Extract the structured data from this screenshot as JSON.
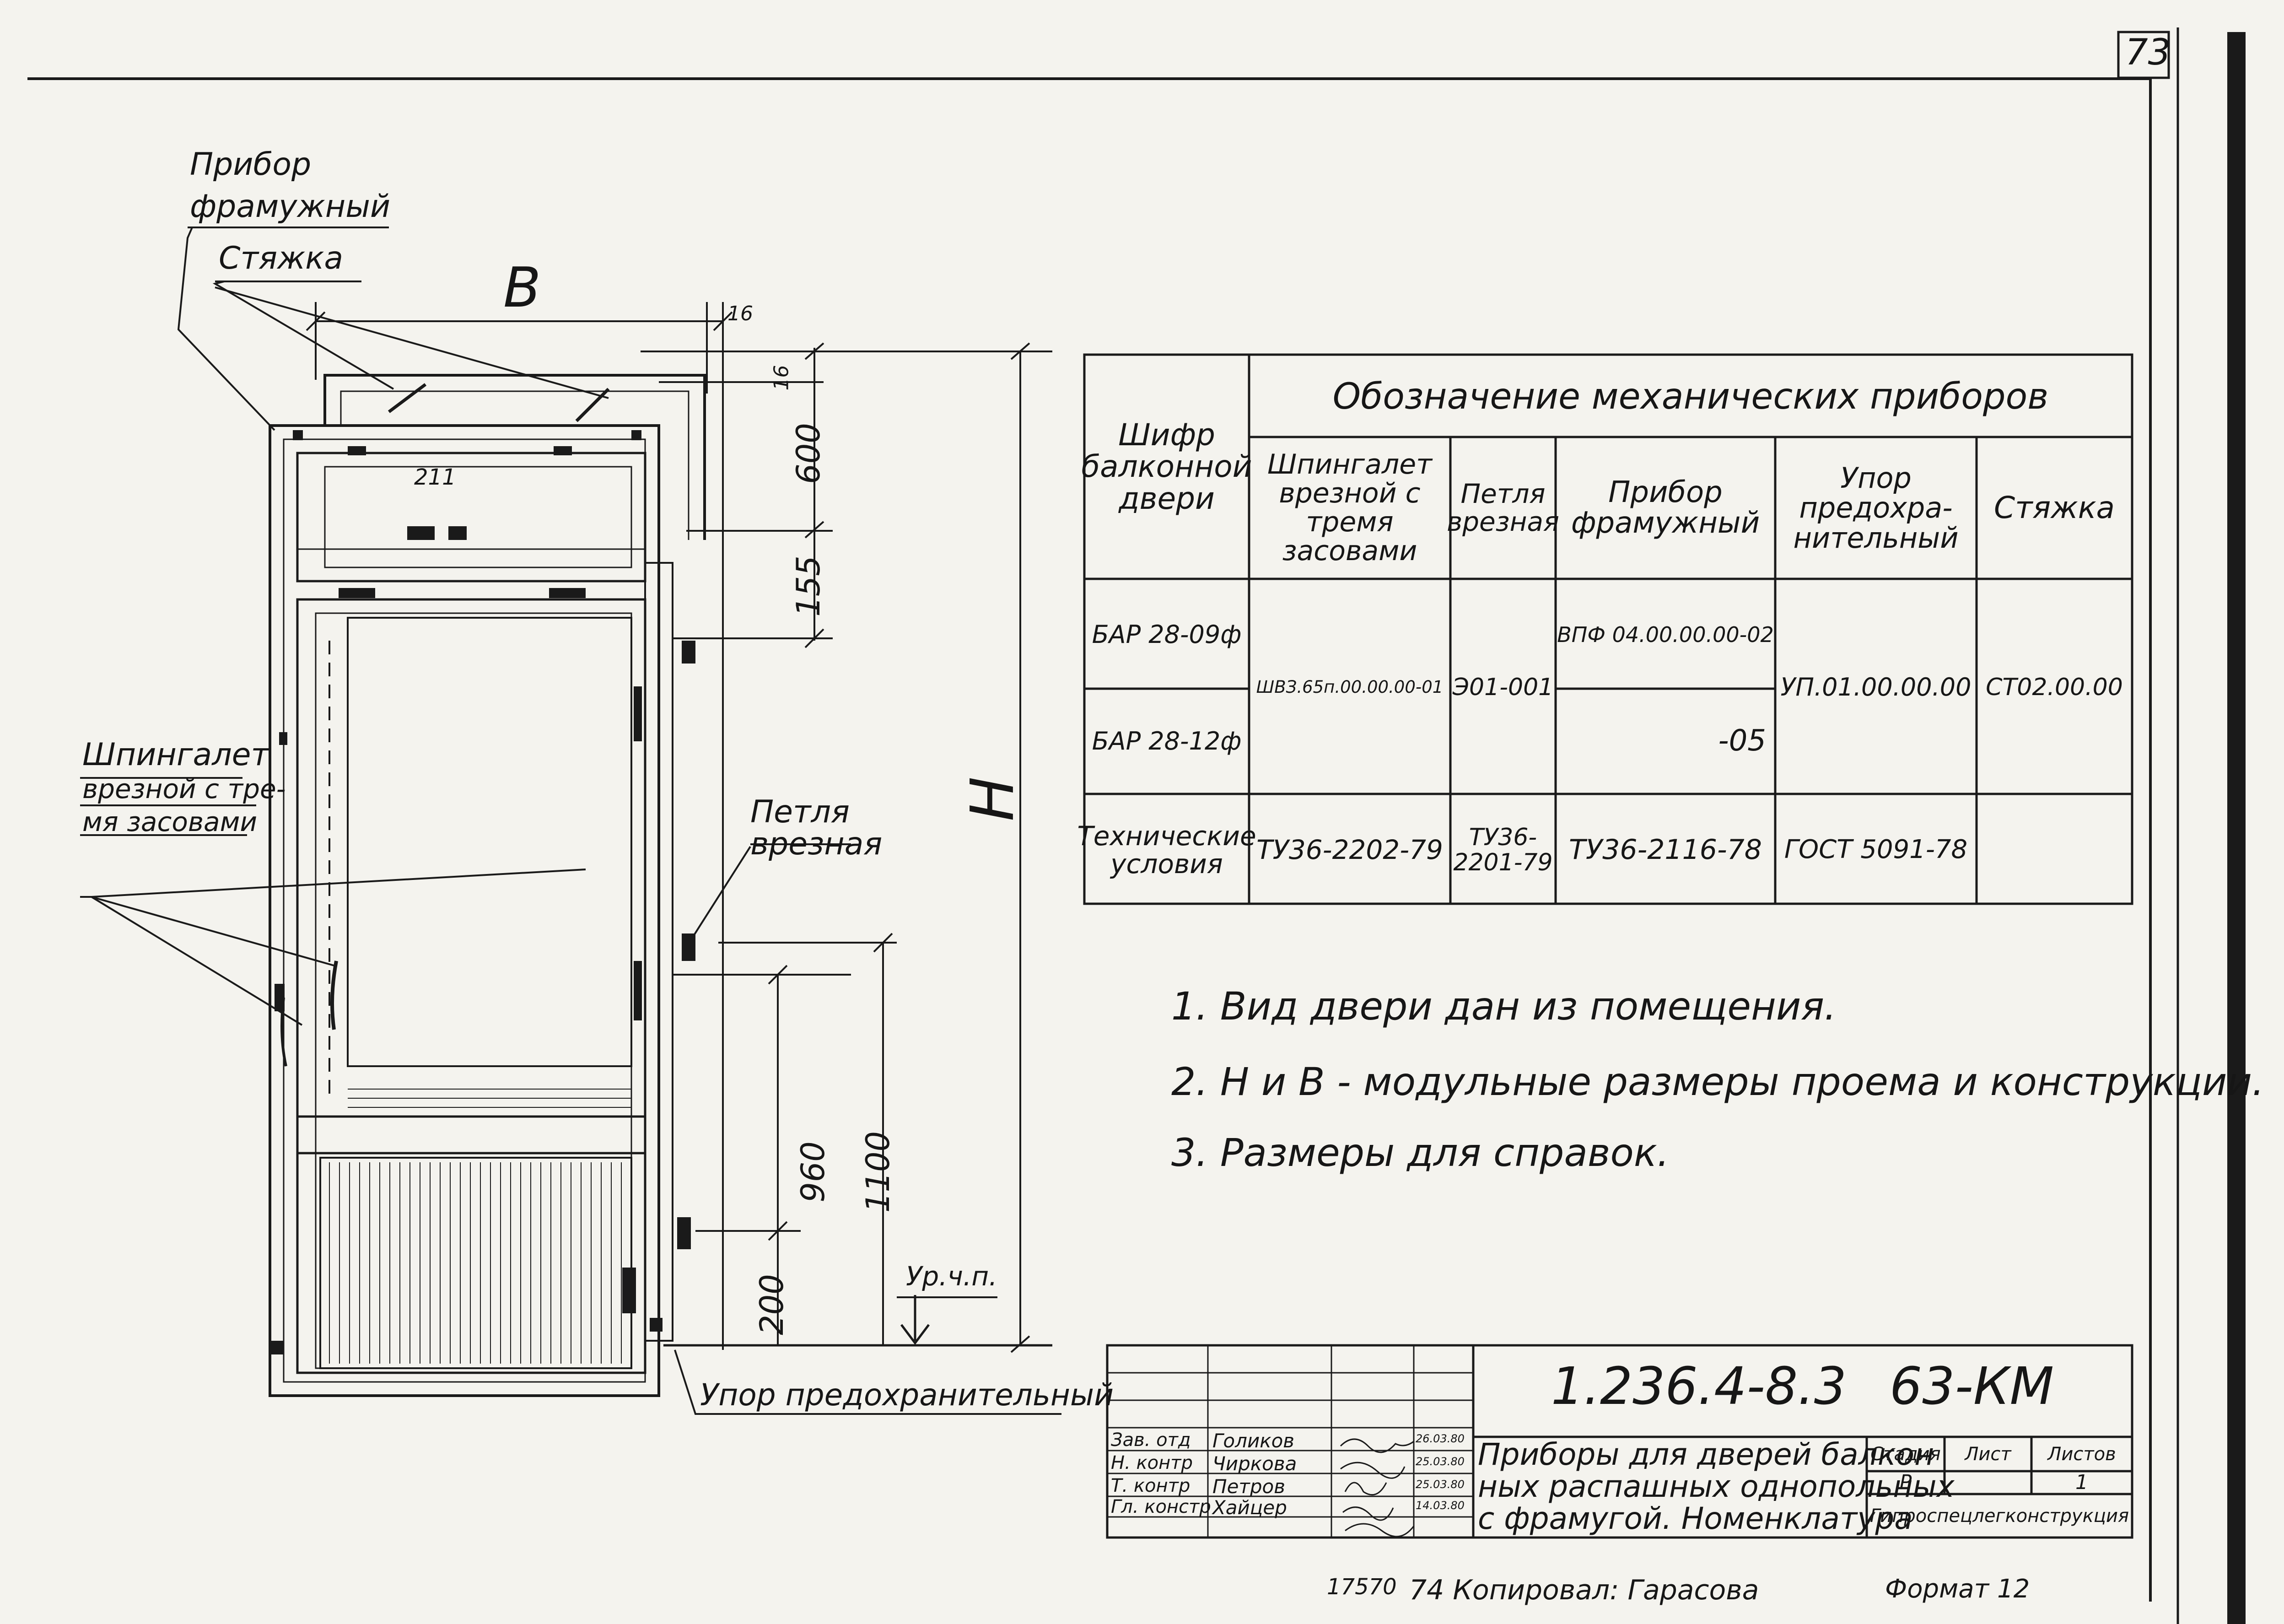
{
  "sheet": {
    "number": "73"
  },
  "labels": {
    "pribor_line1": "Прибор",
    "pribor_line2": "фрамужный",
    "styazhka": "Стяжка",
    "shpingalet_line1": "Шпингалет",
    "shpingalet_line2": "врезной с тре-",
    "shpingalet_line3": "мя засовами",
    "petlya_line1": "Петля",
    "petlya_line2": "врезная",
    "upor": "Упор предохранительный",
    "level": "Ур.ч.п."
  },
  "dimensions": {
    "B": "B",
    "H": "H",
    "d16a": "16",
    "d16b": "16",
    "d211": "211",
    "d600": "600",
    "d155": "155",
    "d960": "960",
    "d1100": "1100",
    "d200": "200"
  },
  "table": {
    "col_shifr": [
      "Шифр",
      "балконной",
      "двери"
    ],
    "group_header": "Обозначение механических приборов",
    "headers": {
      "shpingalet": [
        "Шпингалет",
        "врезной с",
        "тремя",
        "засовами"
      ],
      "petlya": [
        "Петля",
        "врезная"
      ],
      "pribor": [
        "Прибор",
        "фрамужный"
      ],
      "upor": [
        "Упор",
        "предохра-",
        "нительный"
      ],
      "styazhka": [
        "Стяжка"
      ]
    },
    "rows": {
      "r1_shifr": "БАР 28-09ф",
      "r2_shifr": "БАР 28-12ф",
      "shpingalet_val": "ШВЗ.65п.00.00.00-01",
      "petlya_val": "Э01-001",
      "pribor_r1": "ВПФ 04.00.00.00-02",
      "pribor_r2": "-05",
      "upor_val": "УП.01.00.00.00",
      "styazhka_val": "СТ02.00.00"
    },
    "tech": {
      "label": [
        "Технические",
        "условия"
      ],
      "shpingalet": "ТУ36-2202-79",
      "petlya": [
        "ТУ36-",
        "2201-79"
      ],
      "pribor": "ТУ36-2116-78",
      "upor": "ГОСТ 5091-78"
    }
  },
  "notes": [
    "1. Вид двери дан из помещения.",
    "2. Н и В - модульные размеры проема и конструкции.",
    "3. Размеры для справок."
  ],
  "title_block": {
    "code": "1.236.4-8.3",
    "sheet_code": "63-КМ",
    "title_lines": [
      "Приборы для дверей балкон",
      "ных распашных однопольных",
      "с фрамугой. Номенклатура"
    ],
    "roles": [
      "Зав. отд",
      "Н. контр",
      "Т. контр",
      "Гл. констр"
    ],
    "names": [
      "Голиков",
      "Чиркова",
      "Петров",
      "Хайцер"
    ],
    "dates": [
      "26.03.80",
      "25.03.80",
      "25.03.80",
      "14.03.80"
    ],
    "stage_label": "Стадия",
    "stage_value": "Р",
    "sheet_label": "Лист",
    "sheet_value": "",
    "sheets_label": "Листов",
    "sheets_value": "1",
    "org": "Гипроспецлегконструкция"
  },
  "footer": {
    "inv": "17570",
    "copied": "74 Копировал: Гарасова",
    "format": "Формат 12"
  }
}
